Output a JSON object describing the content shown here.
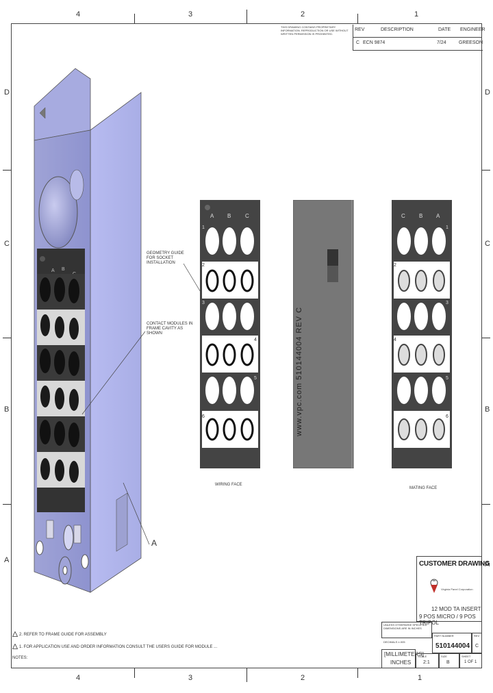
{
  "zones": {
    "columns": [
      "4",
      "3",
      "2",
      "1"
    ],
    "rows": [
      "D",
      "C",
      "B",
      "A"
    ]
  },
  "revision_block": {
    "notice": "THIS DRAWING CONTAINS PROPRIETARY INFORMATION. REPRODUCTION OR USE WITHOUT WRITTEN PERMISSION IS PROHIBITED.",
    "headers": [
      "REV",
      "DESCRIPTION",
      "DATE",
      "ENGINEER"
    ],
    "row": [
      "C",
      "ECN 9874",
      "7/24",
      "GREESON"
    ]
  },
  "callouts": {
    "geometry": "GEOMETRY GUIDE\nFOR SOCKET INSTALLATION",
    "contact": "CONTACT MODULES IN\nFRAME CAVITY AS SHOWN",
    "detail": "A"
  },
  "views": {
    "wiring_label": "WIRING FACE",
    "mating_label": "MATING FACE",
    "side_text": "www.vpc.com   510144004 REV C",
    "wiring_cols": [
      "A",
      "B",
      "C"
    ],
    "mating_cols": [
      "C",
      "B",
      "A"
    ],
    "row_numbers": [
      "1",
      "2",
      "3",
      "4",
      "5",
      "6"
    ],
    "iso_cols": [
      "A",
      "B",
      "C"
    ]
  },
  "title_block": {
    "customer_drawing": "CUSTOMER DRAWING",
    "company": "Virginia Panel Corporation",
    "title_line1": "12 MOD TA INSERT",
    "title_line2": "9 POS MICRO / 9 POS TRIPOL",
    "part_label": "PART NUMBER",
    "part_number": "510144004",
    "rev_label": "REV",
    "rev": "C",
    "tolerance_note": "UNLESS OTHERWISE SPECIFIED DIMENSIONS ARE IN INCHES",
    "decimal_note": "DECIMALS ±.005",
    "units_primary": "[MILLIMETERS]",
    "units_secondary": "INCHES",
    "scale_label": "SCALE",
    "scale": "2:1",
    "size_label": "SIZE",
    "size": "B",
    "sheet_label": "SHEET",
    "sheet": "1 OF 1"
  },
  "notes": {
    "heading": "NOTES:",
    "items": [
      "1. FOR APPLICATION USE AND ORDER INFORMATION CONSULT THE USERS GUIDE FOR MODULE ...",
      "2. REFER TO FRAME GUIDE FOR ASSEMBLY"
    ]
  }
}
